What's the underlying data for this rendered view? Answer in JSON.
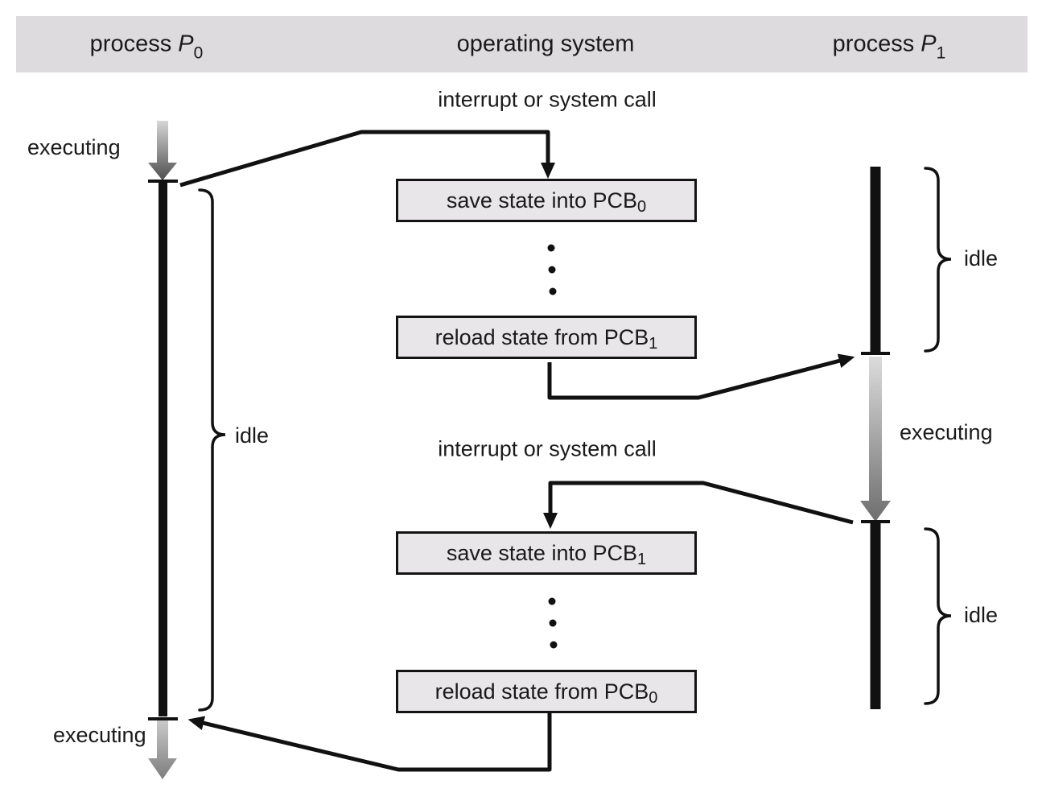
{
  "header": {
    "process_p0": {
      "prefix": "process ",
      "symbol": "P",
      "sub": "0"
    },
    "operating_system": "operating system",
    "process_p1": {
      "prefix": "process ",
      "symbol": "P",
      "sub": "1"
    }
  },
  "os_column": {
    "interrupt_label_1": "interrupt or system call",
    "interrupt_label_2": "interrupt or system call"
  },
  "boxes": [
    {
      "text": "save state into PCB",
      "sub": "0"
    },
    {
      "text": "reload state from PCB",
      "sub": "1"
    },
    {
      "text": "save state into PCB",
      "sub": "1"
    },
    {
      "text": "reload state from PCB",
      "sub": "0"
    }
  ],
  "timeline_labels": {
    "p0_executing_top": "executing",
    "p0_idle": "idle",
    "p0_executing_bottom": "executing",
    "p1_idle_top": "idle",
    "p1_executing": "executing",
    "p1_idle_bottom": "idle"
  },
  "colors": {
    "header_bar": "#dedbde",
    "box_fill": "#e9e6e9",
    "box_border": "#141414",
    "line": "#111111",
    "text": "#1a1a1a",
    "exec_arrow_top_start": "#d6d6d6",
    "exec_arrow_top_end": "#4f4f4f",
    "exec_arrow_p1_start": "#dcdcdc",
    "exec_arrow_p1_end": "#6e6e6e",
    "exec_arrow_bottom_start": "#c9c9c9",
    "exec_arrow_bottom_end": "#7d7d7d"
  }
}
